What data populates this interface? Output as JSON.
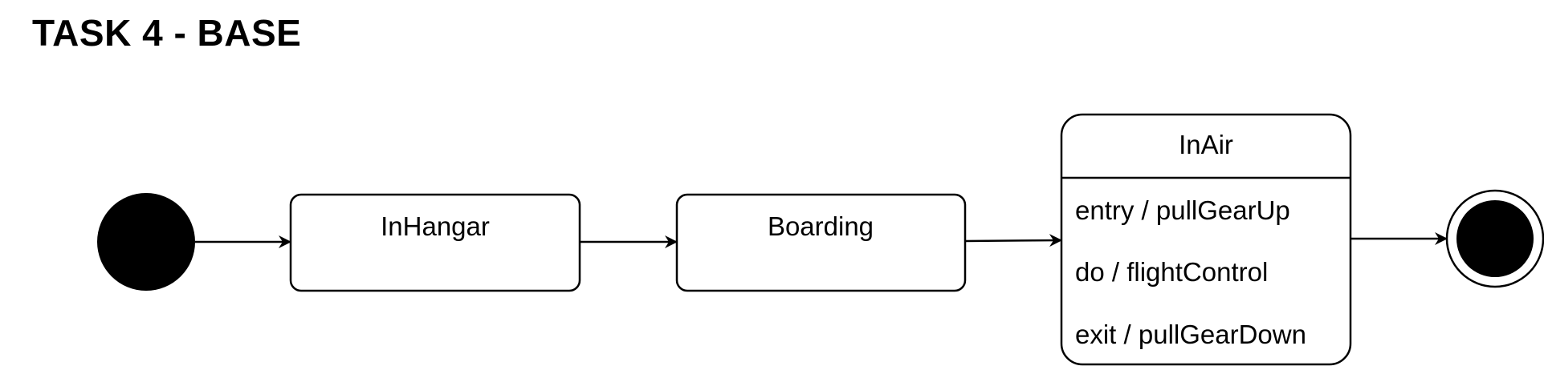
{
  "page": {
    "title": "TASK 4 - BASE"
  },
  "diagram": {
    "states": [
      {
        "name": "InHangar"
      },
      {
        "name": "Boarding"
      },
      {
        "name": "InAir",
        "activities": [
          "entry / pullGearUp",
          "do / flightControl",
          "exit / pullGearDown"
        ]
      }
    ],
    "colors": {
      "stroke": "#000000",
      "fill": "#ffffff",
      "pseudo_state": "#000000"
    }
  }
}
